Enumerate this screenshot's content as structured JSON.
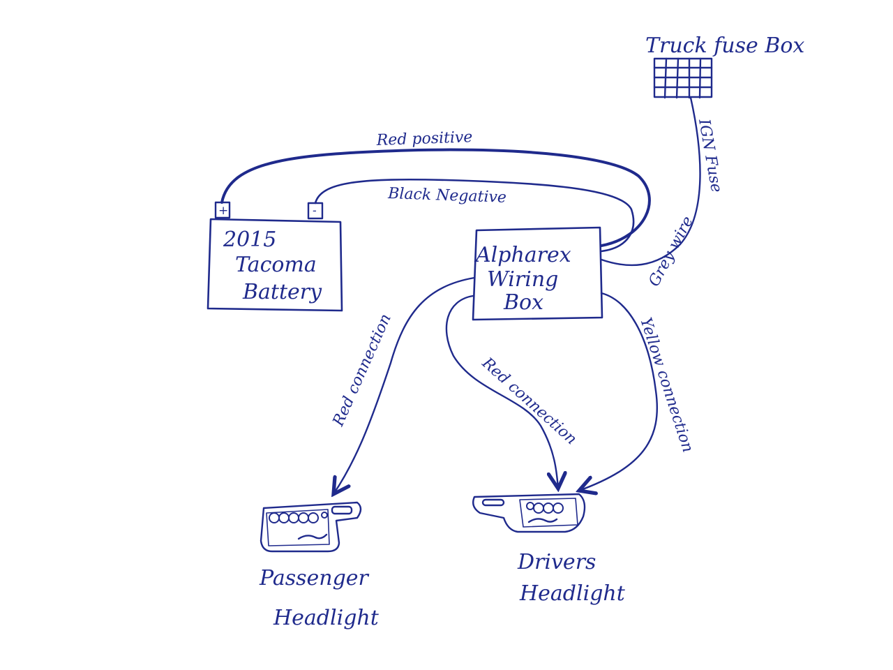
{
  "colors": {
    "ink": "#1f2a8c",
    "background": "#ffffff"
  },
  "fuse_box": {
    "label": "Truck fuse Box"
  },
  "battery": {
    "line1": "2015",
    "line2": "Tacoma",
    "line3": "Battery",
    "positive_symbol": "+",
    "negative_symbol": "-"
  },
  "wiring_box": {
    "line1": "Alpharex",
    "line2": "Wiring",
    "line3": "Box"
  },
  "wires": {
    "red_positive": "Red positive",
    "black_negative": "Black Negative",
    "ign_fuse": "IGN Fuse",
    "grey_wire": "Grey wire",
    "red_connection_passenger": "Red connection",
    "red_connection_driver": "Red connection",
    "yellow_connection": "Yellow connection"
  },
  "headlights": {
    "passenger_line1": "Passenger",
    "passenger_line2": "Headlight",
    "driver_line1": "Drivers",
    "driver_line2": "Headlight"
  }
}
